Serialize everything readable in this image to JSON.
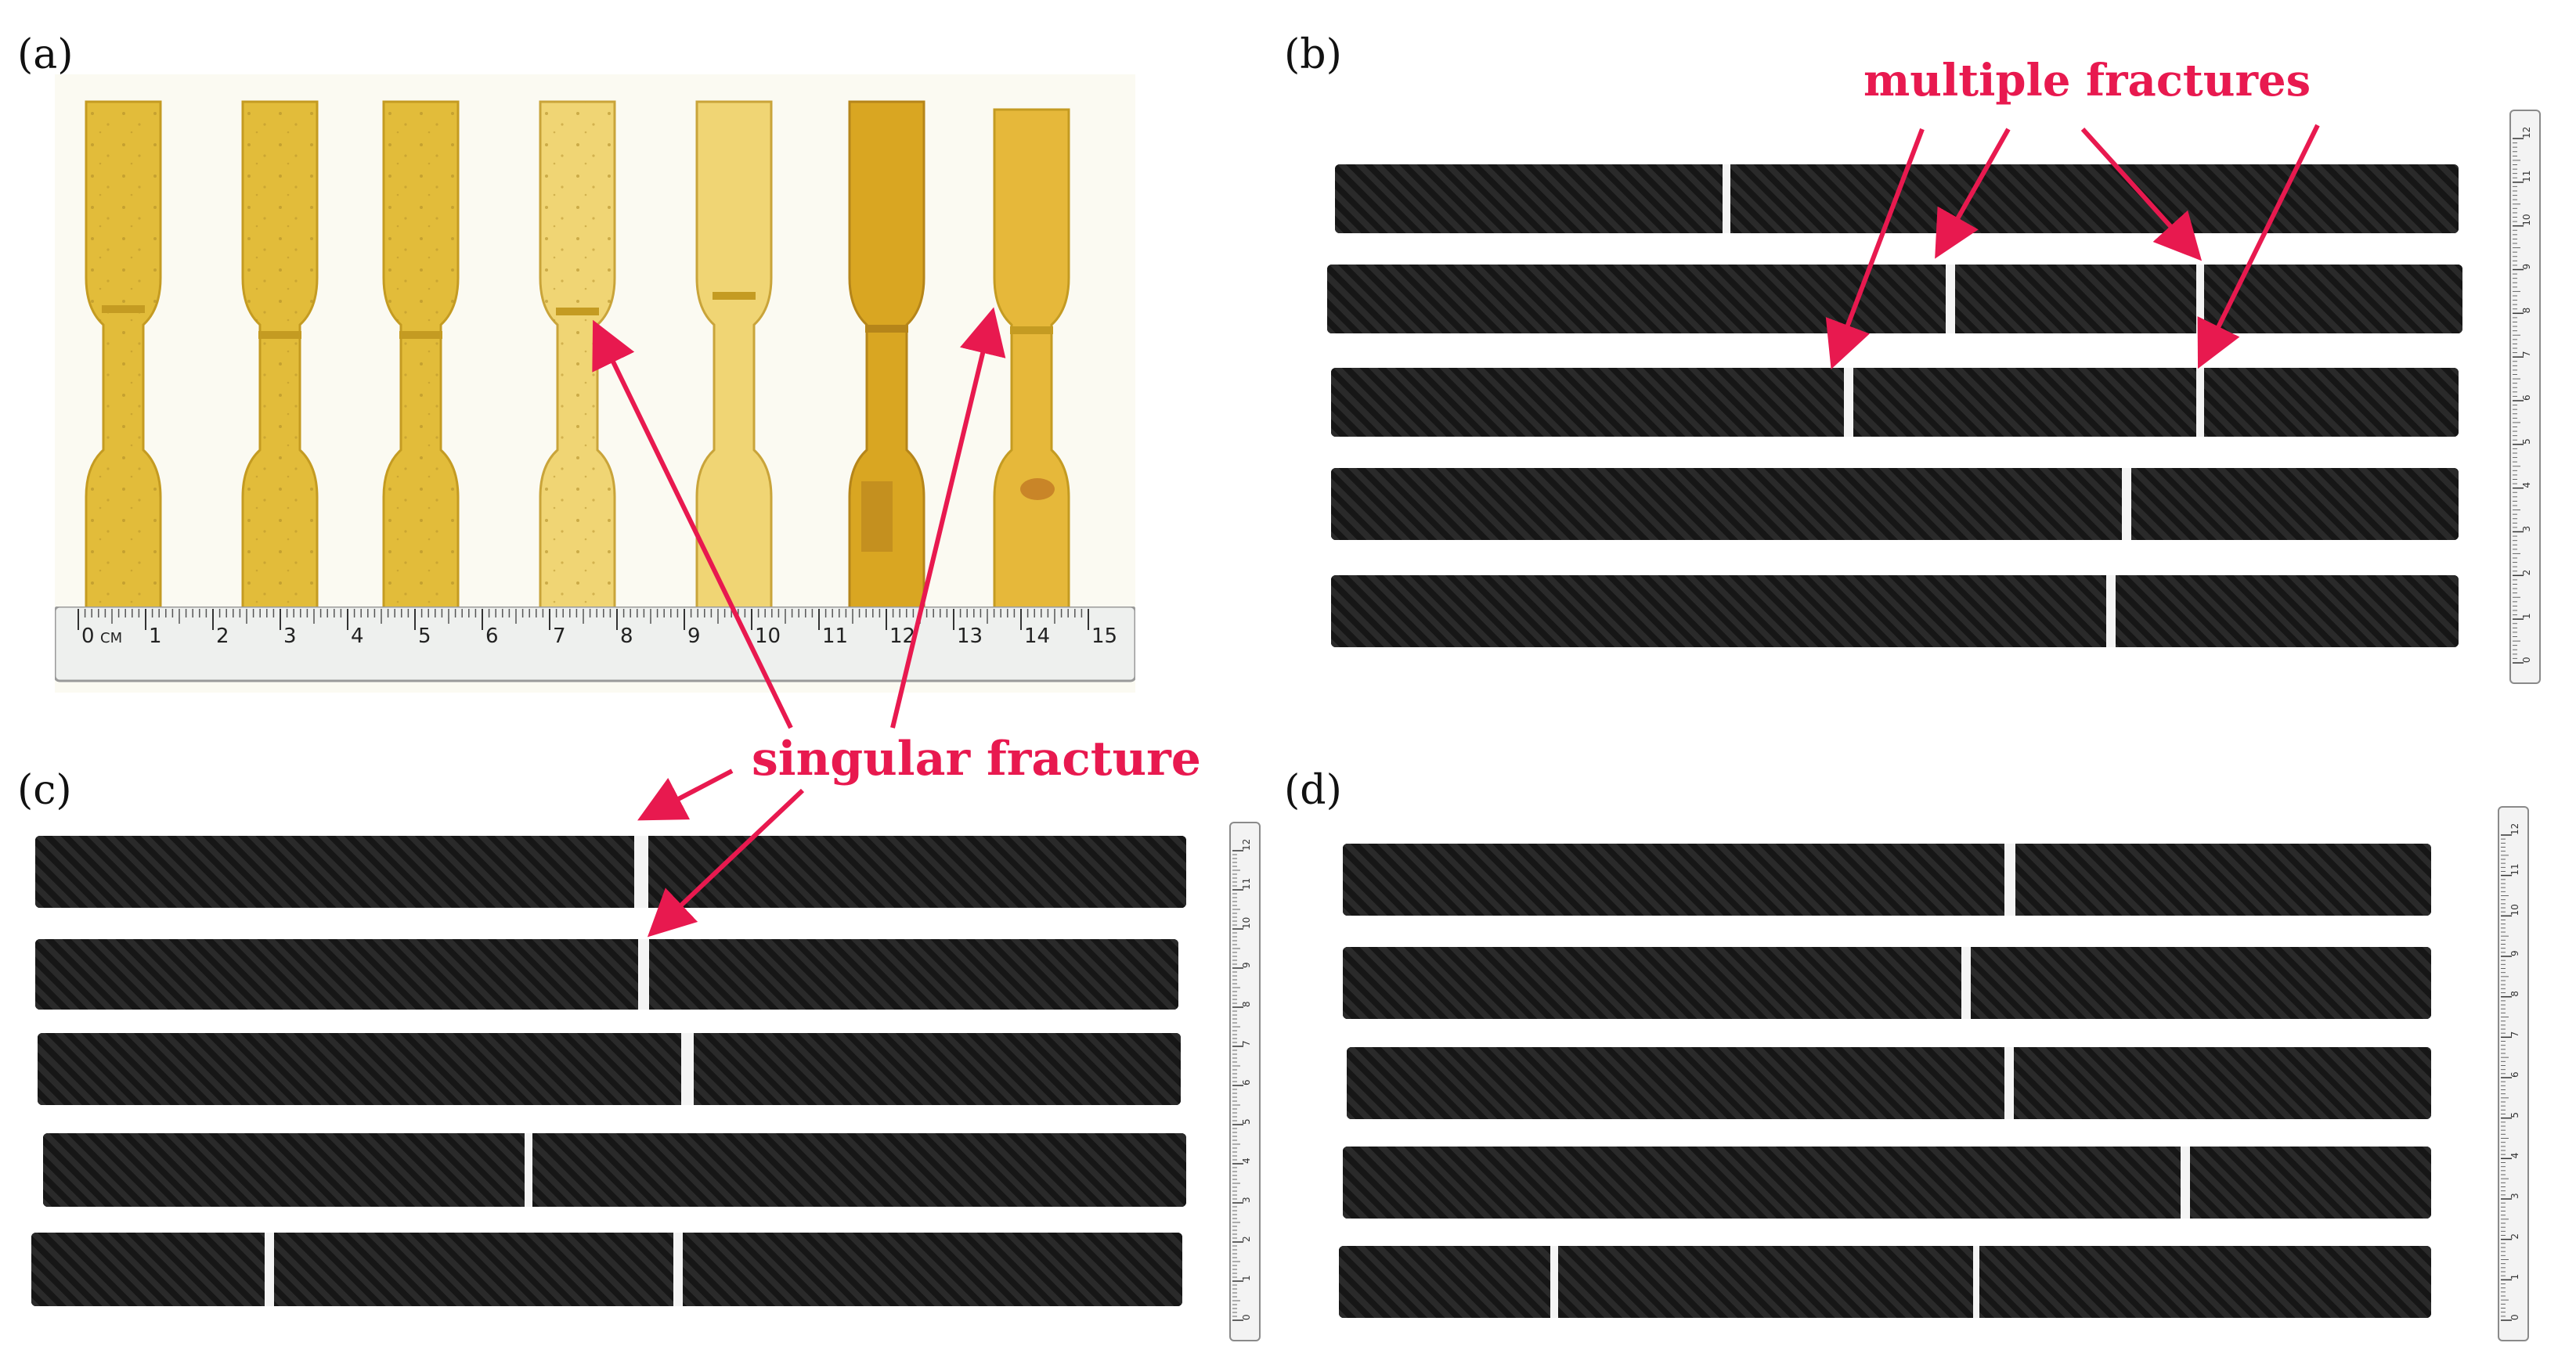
{
  "figure": {
    "panels": [
      {
        "id": "a",
        "label": "(a)"
      },
      {
        "id": "b",
        "label": "(b)"
      },
      {
        "id": "c",
        "label": "(c)"
      },
      {
        "id": "d",
        "label": "(d)"
      }
    ],
    "annotations": {
      "multiple": "multiple fractures",
      "singular": "singular fracture"
    },
    "colors": {
      "annotation": "#e8194f",
      "resin": "#e5bf3a",
      "carbon": "#1b1b1b"
    },
    "ruler_a": {
      "unit": "CM",
      "ticks": [
        "0",
        "1",
        "2",
        "3",
        "4",
        "5",
        "6",
        "7",
        "8",
        "9",
        "10",
        "11",
        "12",
        "13",
        "14",
        "15"
      ]
    },
    "ruler_vertical": {
      "unit": "CM",
      "ticks": [
        "0",
        "1",
        "2",
        "3",
        "4",
        "5",
        "6",
        "7",
        "8",
        "9",
        "10",
        "11",
        "12"
      ]
    }
  }
}
